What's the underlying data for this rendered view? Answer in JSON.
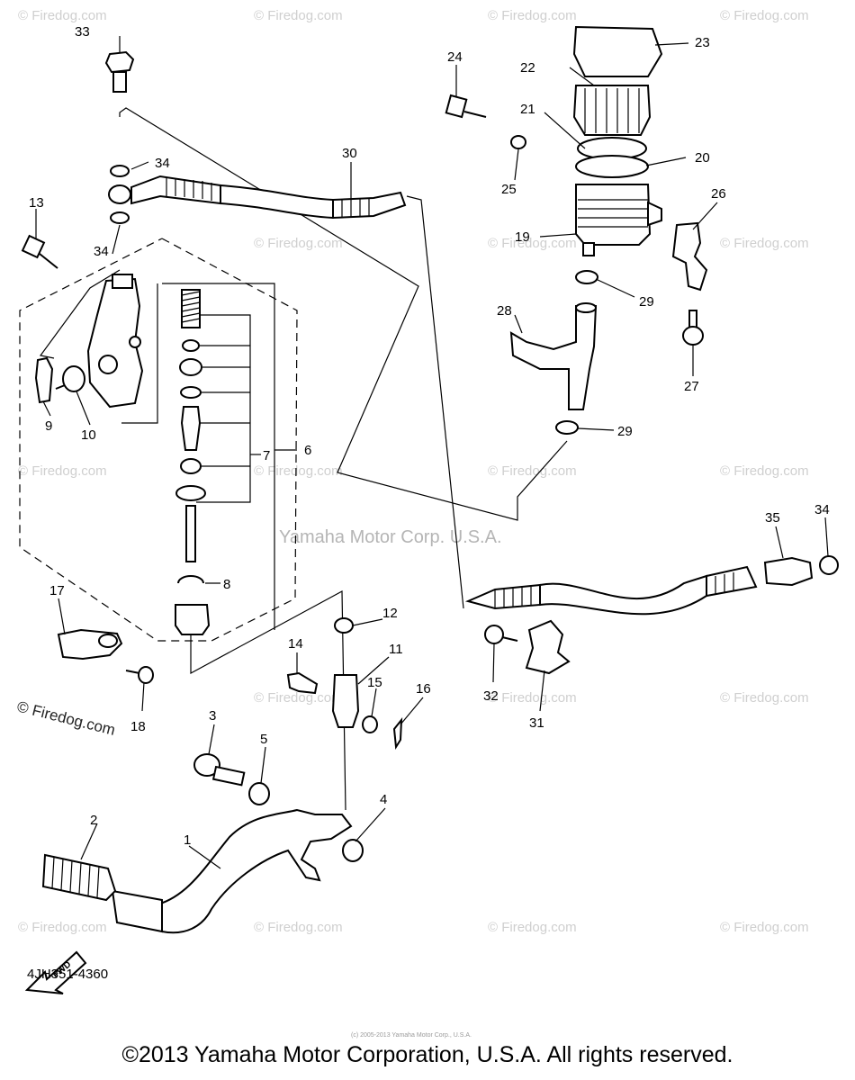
{
  "diagram": {
    "center_watermark": "Yamaha Motor Corp. U.S.A.",
    "tiny_credit": "(c) 2005-2013 Yamaha Motor Corp., U.S.A.",
    "figure_code": "4JH351-4360",
    "fwd_label": "FWD",
    "copyright": "©2013 Yamaha Motor Corporation, U.S.A. All rights reserved.",
    "watermark": "© Firedog.com",
    "callouts": [
      "1",
      "2",
      "3",
      "4",
      "5",
      "6",
      "7",
      "8",
      "9",
      "10",
      "11",
      "12",
      "13",
      "14",
      "15",
      "16",
      "17",
      "18",
      "19",
      "20",
      "21",
      "22",
      "23",
      "24",
      "25",
      "26",
      "27",
      "28",
      "29",
      "29",
      "30",
      "31",
      "32",
      "33",
      "34",
      "34",
      "34",
      "35"
    ]
  }
}
